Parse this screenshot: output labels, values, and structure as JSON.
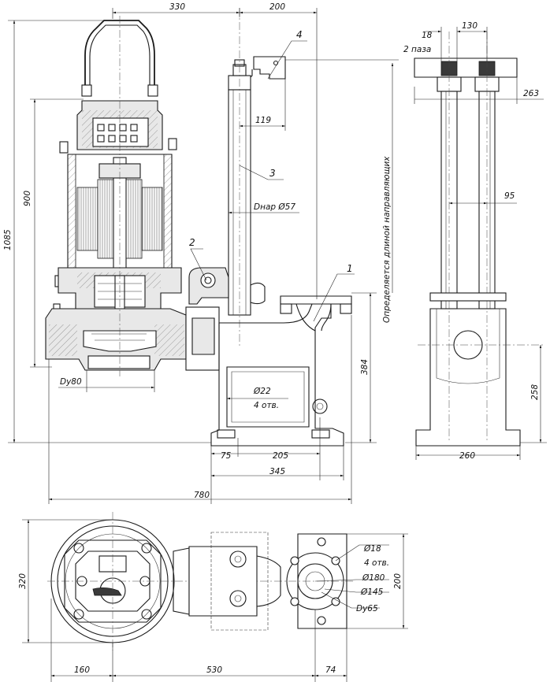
{
  "dims": {
    "d330": "330",
    "d200_top": "200",
    "d18": "18",
    "d130": "130",
    "slots": "2 паза",
    "d263": "263",
    "d119": "119",
    "d95": "95",
    "dnar": "Dнар Ø57",
    "d900": "900",
    "d1085": "1085",
    "d384": "384",
    "d258": "258",
    "d22": "Ø22",
    "holes4": "4 отв.",
    "dy80": "Dy80",
    "d75": "75",
    "d205": "205",
    "d345": "345",
    "d260": "260",
    "d780": "780",
    "d320": "320",
    "d160": "160",
    "d530": "530",
    "d74": "74",
    "d200_side": "200",
    "d18b": "Ø18",
    "holes4b": "4 отв.",
    "d180": "Ø180",
    "d145": "Ø145",
    "dy65": "Dy65"
  },
  "callouts": [
    "1",
    "2",
    "3",
    "4"
  ],
  "vertical_note": "Определяется длиной направляющих"
}
